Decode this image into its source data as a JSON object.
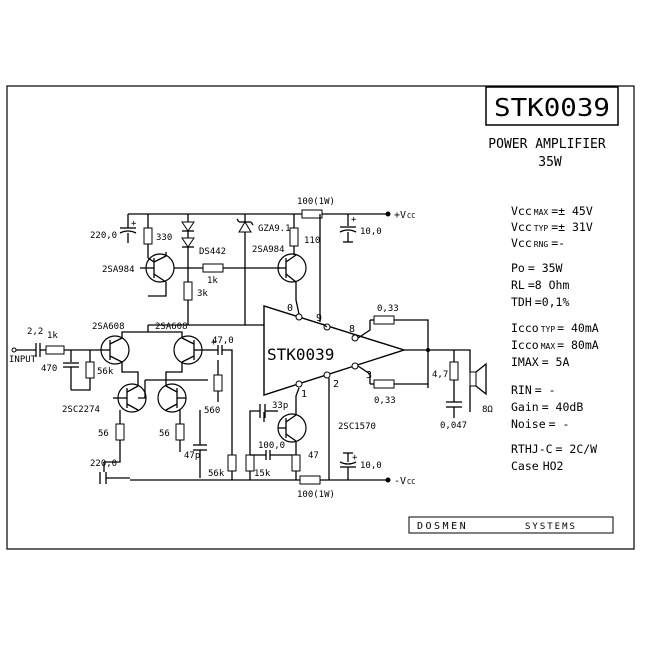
{
  "title_block": {
    "part_number": "STK0039",
    "subtitle": "POWER AMPLIFIER",
    "power": "35W"
  },
  "footer": {
    "brand": "DOSMEN",
    "brand_suffix": "SYSTEMS"
  },
  "specs": {
    "vcc_max": {
      "label": "Vcc",
      "sub": "MAX",
      "value": "=± 45V"
    },
    "vcc_typ": {
      "label": "Vcc",
      "sub": "TYP",
      "value": "=± 31V"
    },
    "vcc_rng": {
      "label": "Vcc",
      "sub": "RNG",
      "value": "=-"
    },
    "po": {
      "label": "Po",
      "value": "= 35W"
    },
    "rl": {
      "label": "RL",
      "value": "=8 Ohm"
    },
    "tdh": {
      "label": "TDH",
      "value": "=0,1%"
    },
    "icco_typ": {
      "label": "Icco",
      "sub": "TYP",
      "value": "= 40mA"
    },
    "icco_max": {
      "label": "Icco",
      "sub": "MAX",
      "value": "= 80mA"
    },
    "imax": {
      "label": "IMAX",
      "value": "=  5A"
    },
    "rin": {
      "label": "RIN",
      "value": "= -"
    },
    "gain": {
      "label": "Gain",
      "value": "= 40dB"
    },
    "noise": {
      "label": "Noise",
      "value": "= -"
    },
    "rthj": {
      "label": "RTHJ-C",
      "value": "= 2C/W"
    },
    "case": {
      "label": "Case",
      "value": "HO2"
    }
  },
  "chip": {
    "name": "STK0039",
    "pins": [
      "0",
      "9",
      "8",
      "1",
      "2",
      "3"
    ]
  },
  "supply": {
    "pos": "+V",
    "pos_sub": "CC",
    "neg": "-V",
    "neg_sub": "CC"
  },
  "components": {
    "r_100_1w_top": "100(1W)",
    "r_100_1w_bot": "100(1W)",
    "c_10_top": "10,0",
    "c_10_bot": "10,0",
    "c_220_top": "220,0",
    "c_220_bot": "220,0",
    "r_330": "330",
    "d_ds442": "DS442",
    "z_gza": "GZA9.1",
    "r_110": "110",
    "q_2sa984_l": "2SA984",
    "q_2sa984_r": "2SA984",
    "r_1k_mid": "1k",
    "r_3k": "3k",
    "q_2sa608_l": "2SA608",
    "q_2sa608_r": "2SA608",
    "c_in": "2,2",
    "r_1k_in": "1k",
    "input": "INPUT",
    "c_470": "470",
    "r_56k_l": "56k",
    "q_2sc2274": "2SC2274",
    "r_56_l": "56",
    "r_56_r": "56",
    "c_47p": "47p",
    "c_47_0": "47,0",
    "r_560": "560",
    "r_56k_r": "56k",
    "r_15k": "15k",
    "c_33p": "33p",
    "c_100_0": "100,0",
    "r_47": "47",
    "q_2sc1570": "2SC1570",
    "r_033_top": "0,33",
    "r_033_bot": "0,33",
    "r_4_7": "4,7",
    "c_0_047": "0,047",
    "speaker": "8Ω"
  }
}
